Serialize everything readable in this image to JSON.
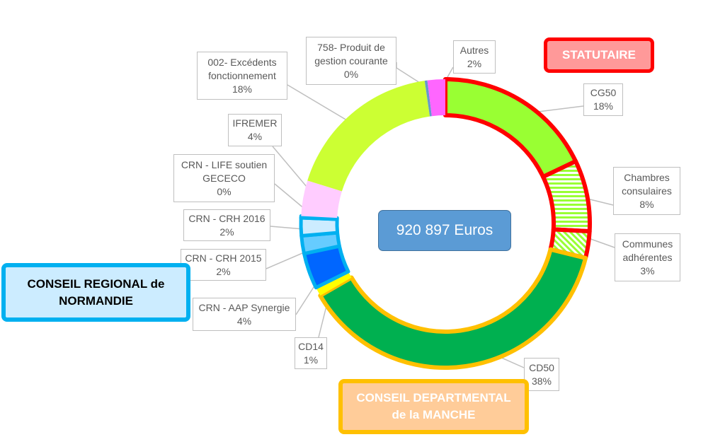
{
  "chart_data": {
    "type": "pie",
    "variant": "donut",
    "total_label": "920 897 Euros",
    "start_angle_deg": 0,
    "direction": "clockwise",
    "slices": [
      {
        "name": "CG50",
        "pct_label": "18%",
        "value": 18,
        "color": "#99FF33",
        "pattern": "solid",
        "group": "statutaire"
      },
      {
        "name": "Chambres consulaires",
        "pct_label": "8%",
        "value": 8,
        "color": "#99FF33",
        "pattern": "horizontal",
        "group": "statutaire"
      },
      {
        "name": "Communes adhérentes",
        "pct_label": "3%",
        "value": 3,
        "color": "#99FF33",
        "pattern": "diagonal",
        "group": "statutaire"
      },
      {
        "name": "CD50",
        "pct_label": "38%",
        "value": 38,
        "color": "#00B050",
        "pattern": "solid",
        "group": "departement"
      },
      {
        "name": "CD14",
        "pct_label": "1%",
        "value": 1,
        "color": "#FFFF00",
        "pattern": "solid",
        "group": "none"
      },
      {
        "name": "CRN - AAP Synergie",
        "pct_label": "4%",
        "value": 4,
        "color": "#0066FF",
        "pattern": "solid",
        "group": "region"
      },
      {
        "name": "CRN - CRH 2015",
        "pct_label": "2%",
        "value": 2,
        "color": "#66CCFF",
        "pattern": "solid",
        "group": "region"
      },
      {
        "name": "CRN - CRH 2016",
        "pct_label": "2%",
        "value": 2,
        "color": "#CCECFF",
        "pattern": "solid",
        "group": "region"
      },
      {
        "name": "CRN - LIFE soutien GECECO",
        "pct_label": "0%",
        "value": 0.2,
        "color": "#5B9BD5",
        "pattern": "solid",
        "group": "region"
      },
      {
        "name": "IFREMER",
        "pct_label": "4%",
        "value": 4,
        "color": "#FFCCFF",
        "pattern": "solid",
        "group": "none"
      },
      {
        "name": "002- Excédents fonctionnement",
        "pct_label": "18%",
        "value": 18,
        "color": "#CCFF33",
        "pattern": "solid",
        "group": "none"
      },
      {
        "name": "758- Produit de gestion courante",
        "pct_label": "0%",
        "value": 0.3,
        "color": "#6699CC",
        "pattern": "solid",
        "group": "none"
      },
      {
        "name": "Autres",
        "pct_label": "2%",
        "value": 2,
        "color": "#FF66FF",
        "pattern": "solid",
        "group": "none"
      }
    ],
    "groups": {
      "statutaire": {
        "label": "STATUTAIRE",
        "color": "#FF0000",
        "fill": "#FF9999"
      },
      "departement": {
        "label": "CONSEIL DEPARTMENTAL de la MANCHE",
        "color": "#FFC000",
        "fill": "#FFCC99"
      },
      "region": {
        "label": "CONSEIL REGIONAL de NORMANDIE",
        "color": "#00B0F0",
        "fill": "#CCECFF"
      }
    }
  },
  "labels": {
    "l758": [
      "758- Produit de",
      "gestion courante",
      "0%"
    ],
    "autres": [
      "Autres",
      "2%"
    ],
    "l002": [
      "002- Excédents",
      "fonctionnement",
      "18%"
    ],
    "cg50": [
      "CG50",
      "18%"
    ],
    "ifremer": [
      "IFREMER",
      "4%"
    ],
    "life": [
      "CRN - LIFE soutien",
      "GECECO",
      "0%"
    ],
    "chambres": [
      "Chambres",
      "consulaires",
      "8%"
    ],
    "crh2016": [
      "CRN - CRH 2016",
      "2%"
    ],
    "communes": [
      "Communes",
      "adhérentes",
      "3%"
    ],
    "crh2015": [
      "CRN - CRH 2015",
      "2%"
    ],
    "aap": [
      "CRN - AAP Synergie",
      "4%"
    ],
    "cd14": [
      "CD14",
      "1%"
    ],
    "cd50": [
      "CD50",
      "38%"
    ]
  },
  "group_boxes": {
    "statutaire": "STATUTAIRE",
    "region": [
      "CONSEIL REGIONAL de",
      "NORMANDIE"
    ],
    "departement": [
      "CONSEIL DEPARTMENTAL",
      "de la MANCHE"
    ]
  }
}
